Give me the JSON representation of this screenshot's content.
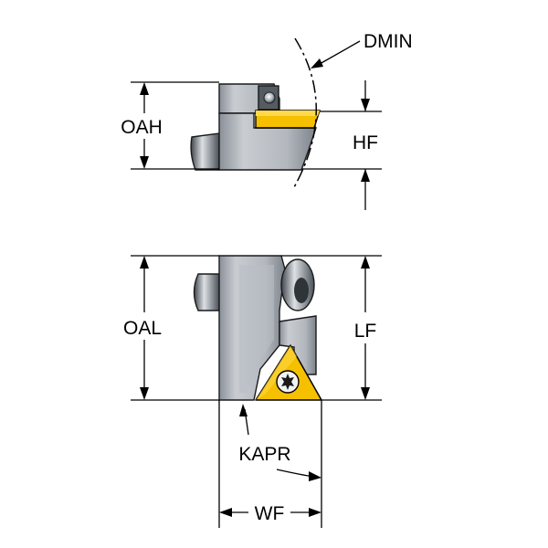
{
  "labels": {
    "dmin": "DMIN",
    "oah": "OAH",
    "hf": "HF",
    "oal": "OAL",
    "lf": "LF",
    "kapr": "KAPR",
    "wf": "WF"
  },
  "colors": {
    "body_light": "#c9cdd2",
    "body_mid": "#a7adb4",
    "body_dark": "#6d737b",
    "insert": "#f5c000",
    "insert_dark": "#d99e00",
    "line": "#000000"
  }
}
